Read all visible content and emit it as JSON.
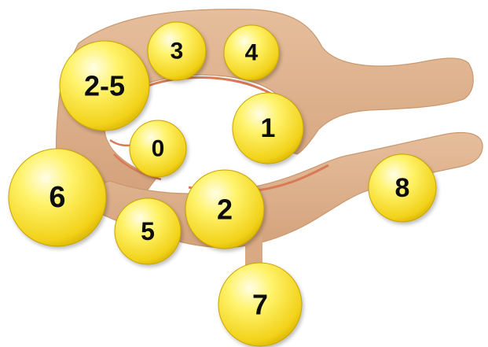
{
  "diagram": {
    "colors": {
      "tube_fill": "#DDB08C",
      "tube_stroke": "#C9986F",
      "vessel": "#D97B55",
      "node_light": "#FFFDE6",
      "node_mid": "#FFF36B",
      "node_dark": "#D9B400",
      "node_rim": "#C9A300",
      "label": "#0D0D0D"
    },
    "nodes": [
      {
        "id": "n0",
        "label": "0"
      },
      {
        "id": "n1",
        "label": "1"
      },
      {
        "id": "n2",
        "label": "2"
      },
      {
        "id": "n25",
        "label": "2-5"
      },
      {
        "id": "n3",
        "label": "3"
      },
      {
        "id": "n4",
        "label": "4"
      },
      {
        "id": "n5",
        "label": "5"
      },
      {
        "id": "n6",
        "label": "6"
      },
      {
        "id": "n7",
        "label": "7"
      },
      {
        "id": "n8",
        "label": "8"
      }
    ]
  }
}
